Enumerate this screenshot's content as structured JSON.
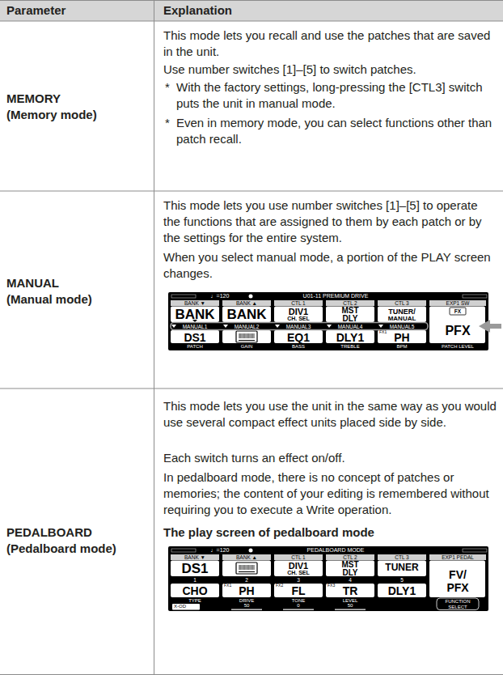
{
  "diagram": {
    "labels": [
      "Parameter",
      "Explanation",
      "MEMORY",
      "(Memory mode)",
      "This mode lets you recall and use the patches that are saved in the unit.",
      "Use number switches [1]–[5] to switch patches.",
      "*",
      "With the factory settings, long-pressing the [CTL3] switch puts the unit in manual mode.",
      "*",
      "Even in memory mode, you can select functions other than patch recall.",
      "MANUAL",
      "(Manual mode)",
      "This mode lets you use number switches [1]–[5] to operate the functions that are assigned to them by each patch or by the settings for the entire system.",
      "When you select manual mode, a portion of the PLAY screen changes.",
      "♩=120",
      "U01-11 PREMIUM DRIVE",
      "BANK ▼",
      "BANK ▲",
      "CTL 1",
      "CTL 2",
      "CTL 3",
      "EXP1 SW",
      "BANK",
      "BANK",
      "DIV1",
      "CH. SEL",
      "MST",
      "DLY",
      "TUNER/",
      "MANUAL",
      "FX",
      "PFX",
      "MANUAL1",
      "MANUAL2",
      "MANUAL3",
      "MANUAL4",
      "MANUAL5",
      "DS1",
      "EQ1",
      "DLY1",
      "FX1",
      "PH",
      "PATCH",
      "GAIN",
      "BASS",
      "TREBLE",
      "BPM",
      "PATCH LEVEL",
      "PEDALBOARD",
      "(Pedalboard mode)",
      "This mode lets you use the unit in the same way as you would use several compact effect units placed side by side.",
      "Each switch turns an effect on/off.",
      "In pedalboard mode, there is no concept of patches or memories; the content of your editing is remembered without requiring you to execute a Write operation.",
      "The play screen of pedalboard mode",
      "♩=120",
      "PEDALBOARD MODE",
      "BANK ▼",
      "BANK ▲",
      "CTL 1",
      "CTL 2",
      "CTL 3",
      "EXP1 PEDAL",
      "DS1",
      "DIV1",
      "CH. SEL",
      "MST",
      "DLY",
      "TUNER",
      "FV/",
      "PFX",
      "1",
      "2",
      "3",
      "4",
      "5",
      "CHO",
      "FX1",
      "PH",
      "FX2",
      "FL",
      "FX3",
      "TR",
      "DLY1",
      "TYPE",
      "X-OD",
      "DRIVE",
      "50",
      "TONE",
      "0",
      "LEVEL",
      "50",
      "FUNCTION SELECT"
    ]
  }
}
